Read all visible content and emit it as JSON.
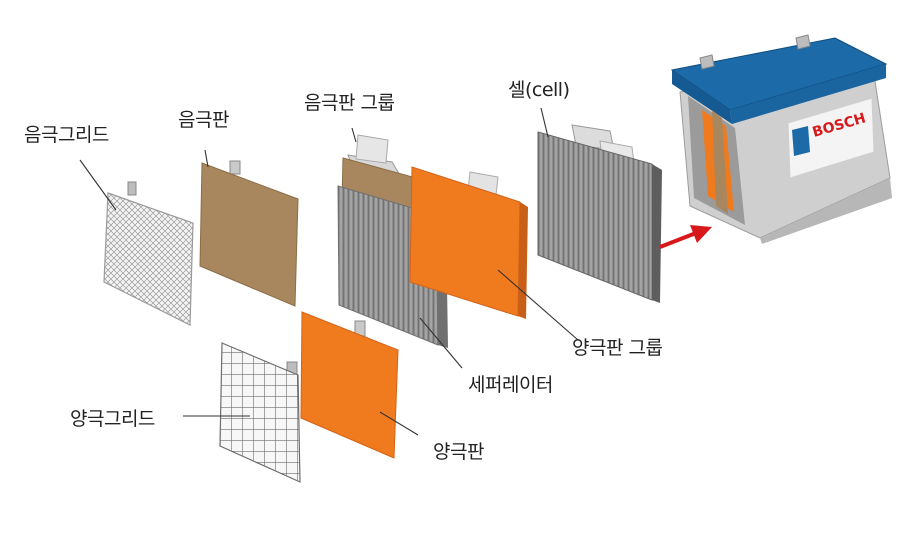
{
  "labels": {
    "negative_grid": "음극그리드",
    "negative_plate": "음극판",
    "negative_plate_group": "음극판 그룹",
    "cell": "셀(cell)",
    "positive_plate_group": "양극판 그룹",
    "separator": "세퍼레이터",
    "positive_grid": "양극그리드",
    "positive_plate": "양극판"
  },
  "battery": {
    "brand": "BOSCH"
  },
  "colors": {
    "negative_plate": "#a8875e",
    "positive_plate": "#f07a1e",
    "separator": "#8a8a8a",
    "battery_lid": "#1c6aa8",
    "arrow": "#d7191c"
  }
}
